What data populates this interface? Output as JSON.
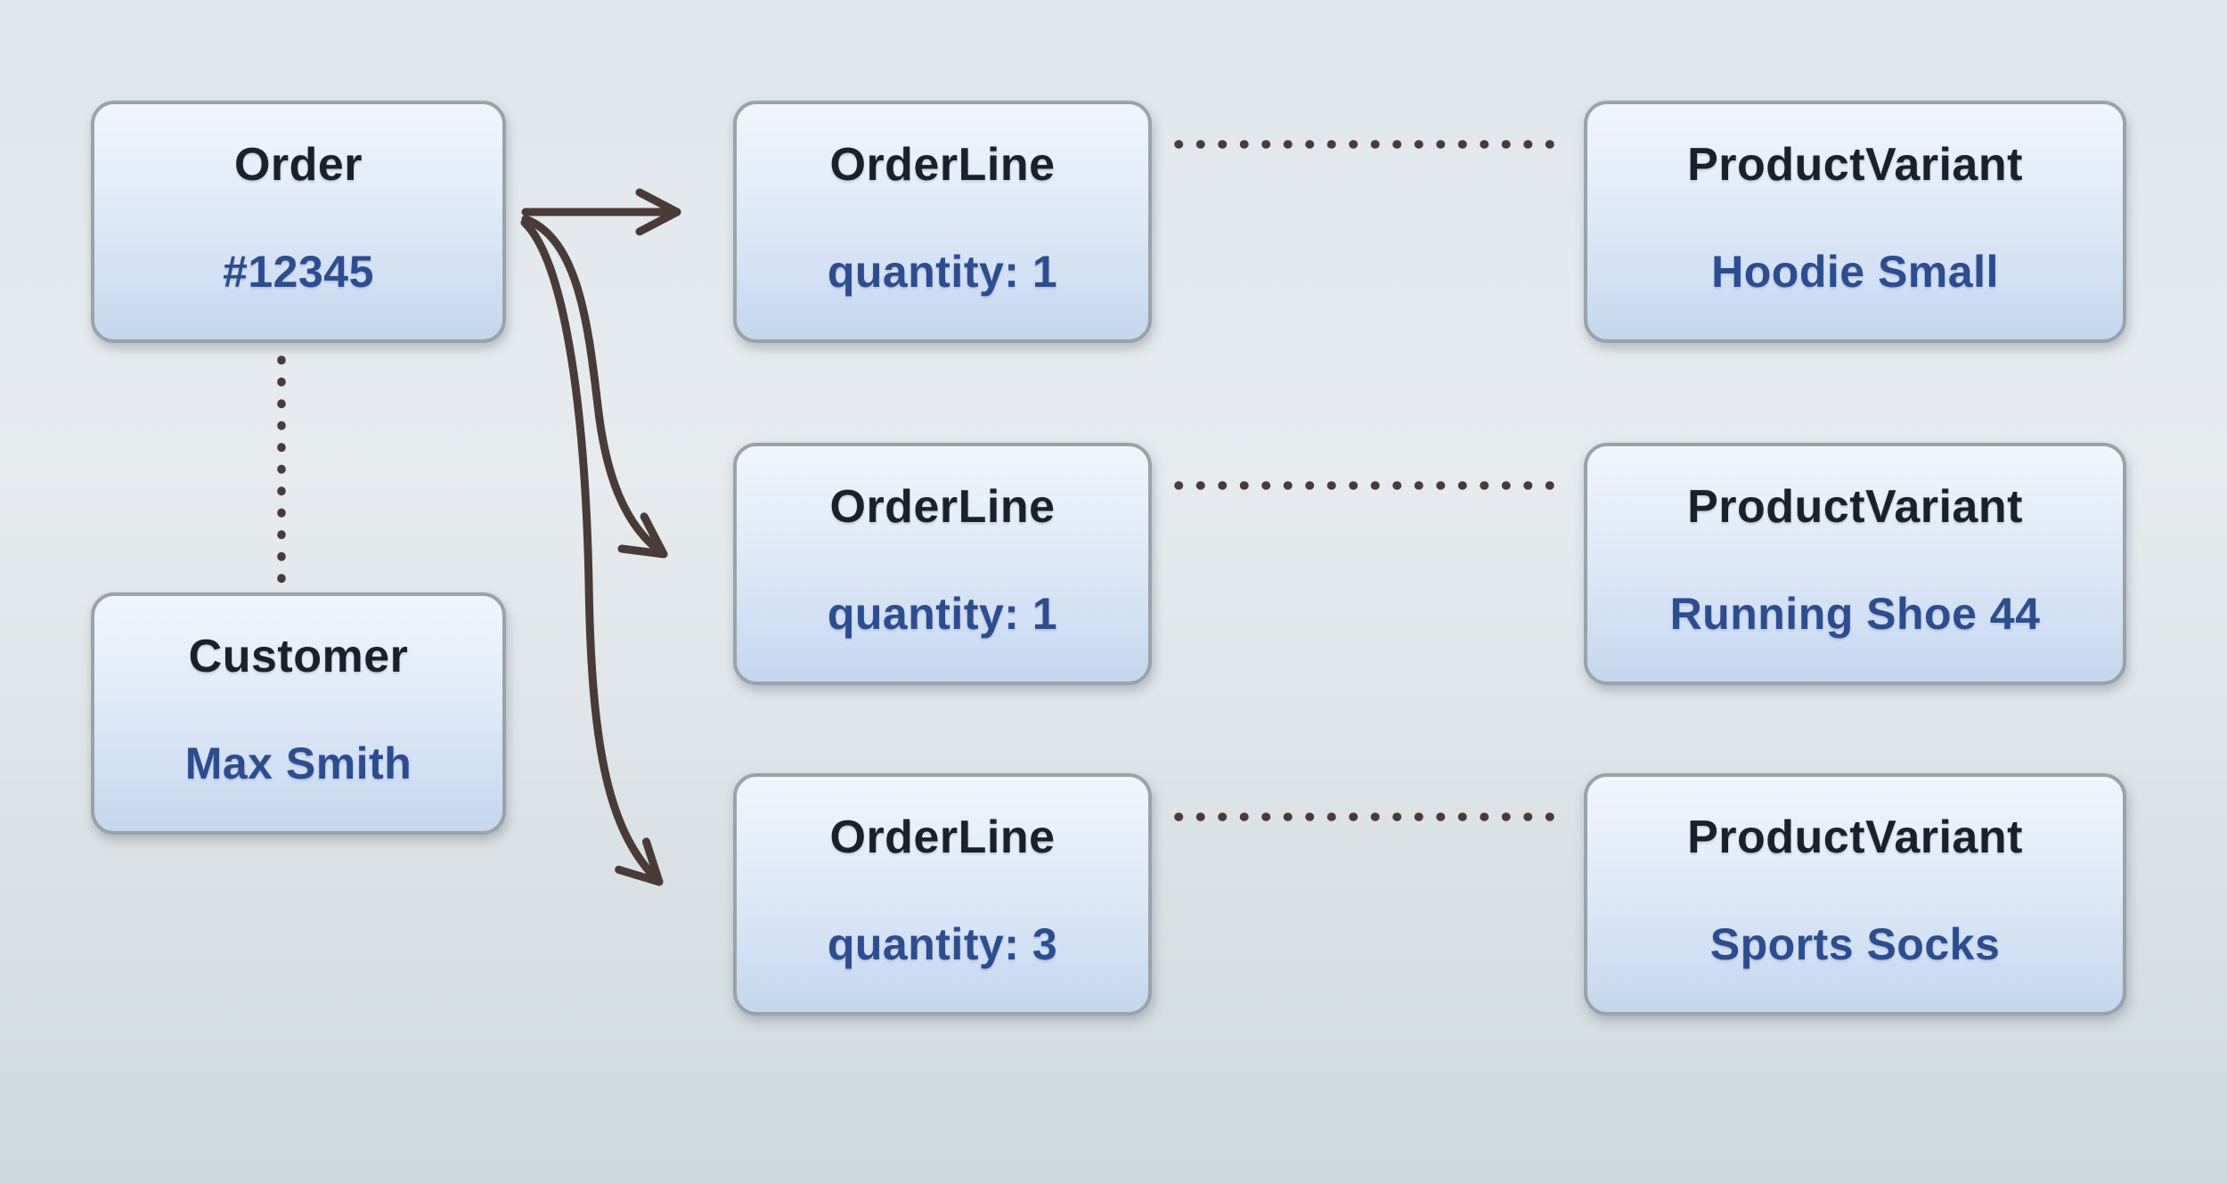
{
  "diagram": {
    "kind": "object-relationship-diagram",
    "entities": {
      "order": {
        "name": "Order",
        "value": "#12345"
      },
      "customer": {
        "name": "Customer",
        "value": "Max Smith"
      },
      "order_lines": [
        {
          "name": "OrderLine",
          "value": "quantity: 1"
        },
        {
          "name": "OrderLine",
          "value": "quantity: 1"
        },
        {
          "name": "OrderLine",
          "value": "quantity: 3"
        }
      ],
      "product_variants": [
        {
          "name": "ProductVariant",
          "value": "Hoodie Small"
        },
        {
          "name": "ProductVariant",
          "value": "Running Shoe 44"
        },
        {
          "name": "ProductVariant",
          "value": "Sports Socks"
        }
      ]
    },
    "relationships": {
      "order_to_order_lines": {
        "style": "solid-arrow",
        "count": 3
      },
      "order_to_customer": {
        "style": "dotted-line",
        "count": 1
      },
      "order_lines_to_product_variants": {
        "style": "dotted-line",
        "count": 3
      }
    },
    "colors": {
      "background_top": "#dfe7ec",
      "background_bottom": "#cfd9de",
      "box_fill_top": "#f1f6fc",
      "box_fill_bottom": "#c4d7ee",
      "box_border": "#98a3ab",
      "entity_name_text": "#1b212b",
      "entity_value_text": "#2b4e90",
      "connector": "#4a3b38"
    }
  }
}
